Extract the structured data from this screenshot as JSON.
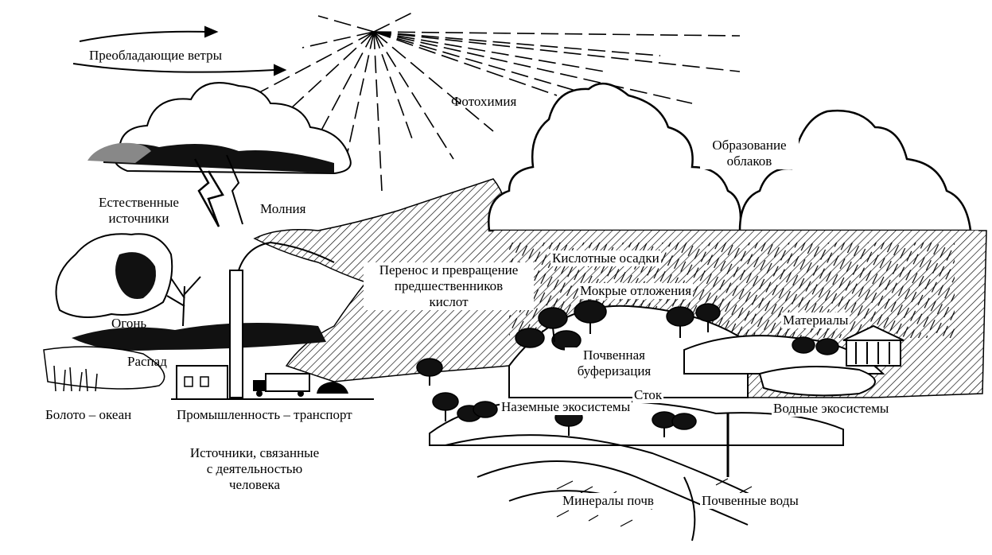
{
  "labels": {
    "prevailing_winds": "Преобладающие ветры",
    "photochemistry": "Фотохимия",
    "cloud_formation_1": "Образование",
    "cloud_formation_2": "облаков",
    "natural_sources_1": "Естественные",
    "natural_sources_2": "источники",
    "lightning": "Молния",
    "transport_1": "Перенос и превращение",
    "transport_2": "предшественников",
    "transport_3": "кислот",
    "acid_precip": "Кислотные осадки",
    "wet_deposition": "Мокрые отложения",
    "fire": "Огонь",
    "decay": "Распад",
    "materials": "Материалы",
    "soil_buffer_1": "Почвенная",
    "soil_buffer_2": "буферизация",
    "runoff": "Сток",
    "swamp_ocean": "Болото – океан",
    "industry_transport": "Промышленность – транспорт",
    "terrestrial": "Наземные экосистемы",
    "aquatic": "Водные экосистемы",
    "human_sources_1": "Источники, связанные",
    "human_sources_2": "с деятельностью",
    "human_sources_3": "человека",
    "soil_minerals": "Минералы почв",
    "soil_water": "Почвенные воды"
  }
}
